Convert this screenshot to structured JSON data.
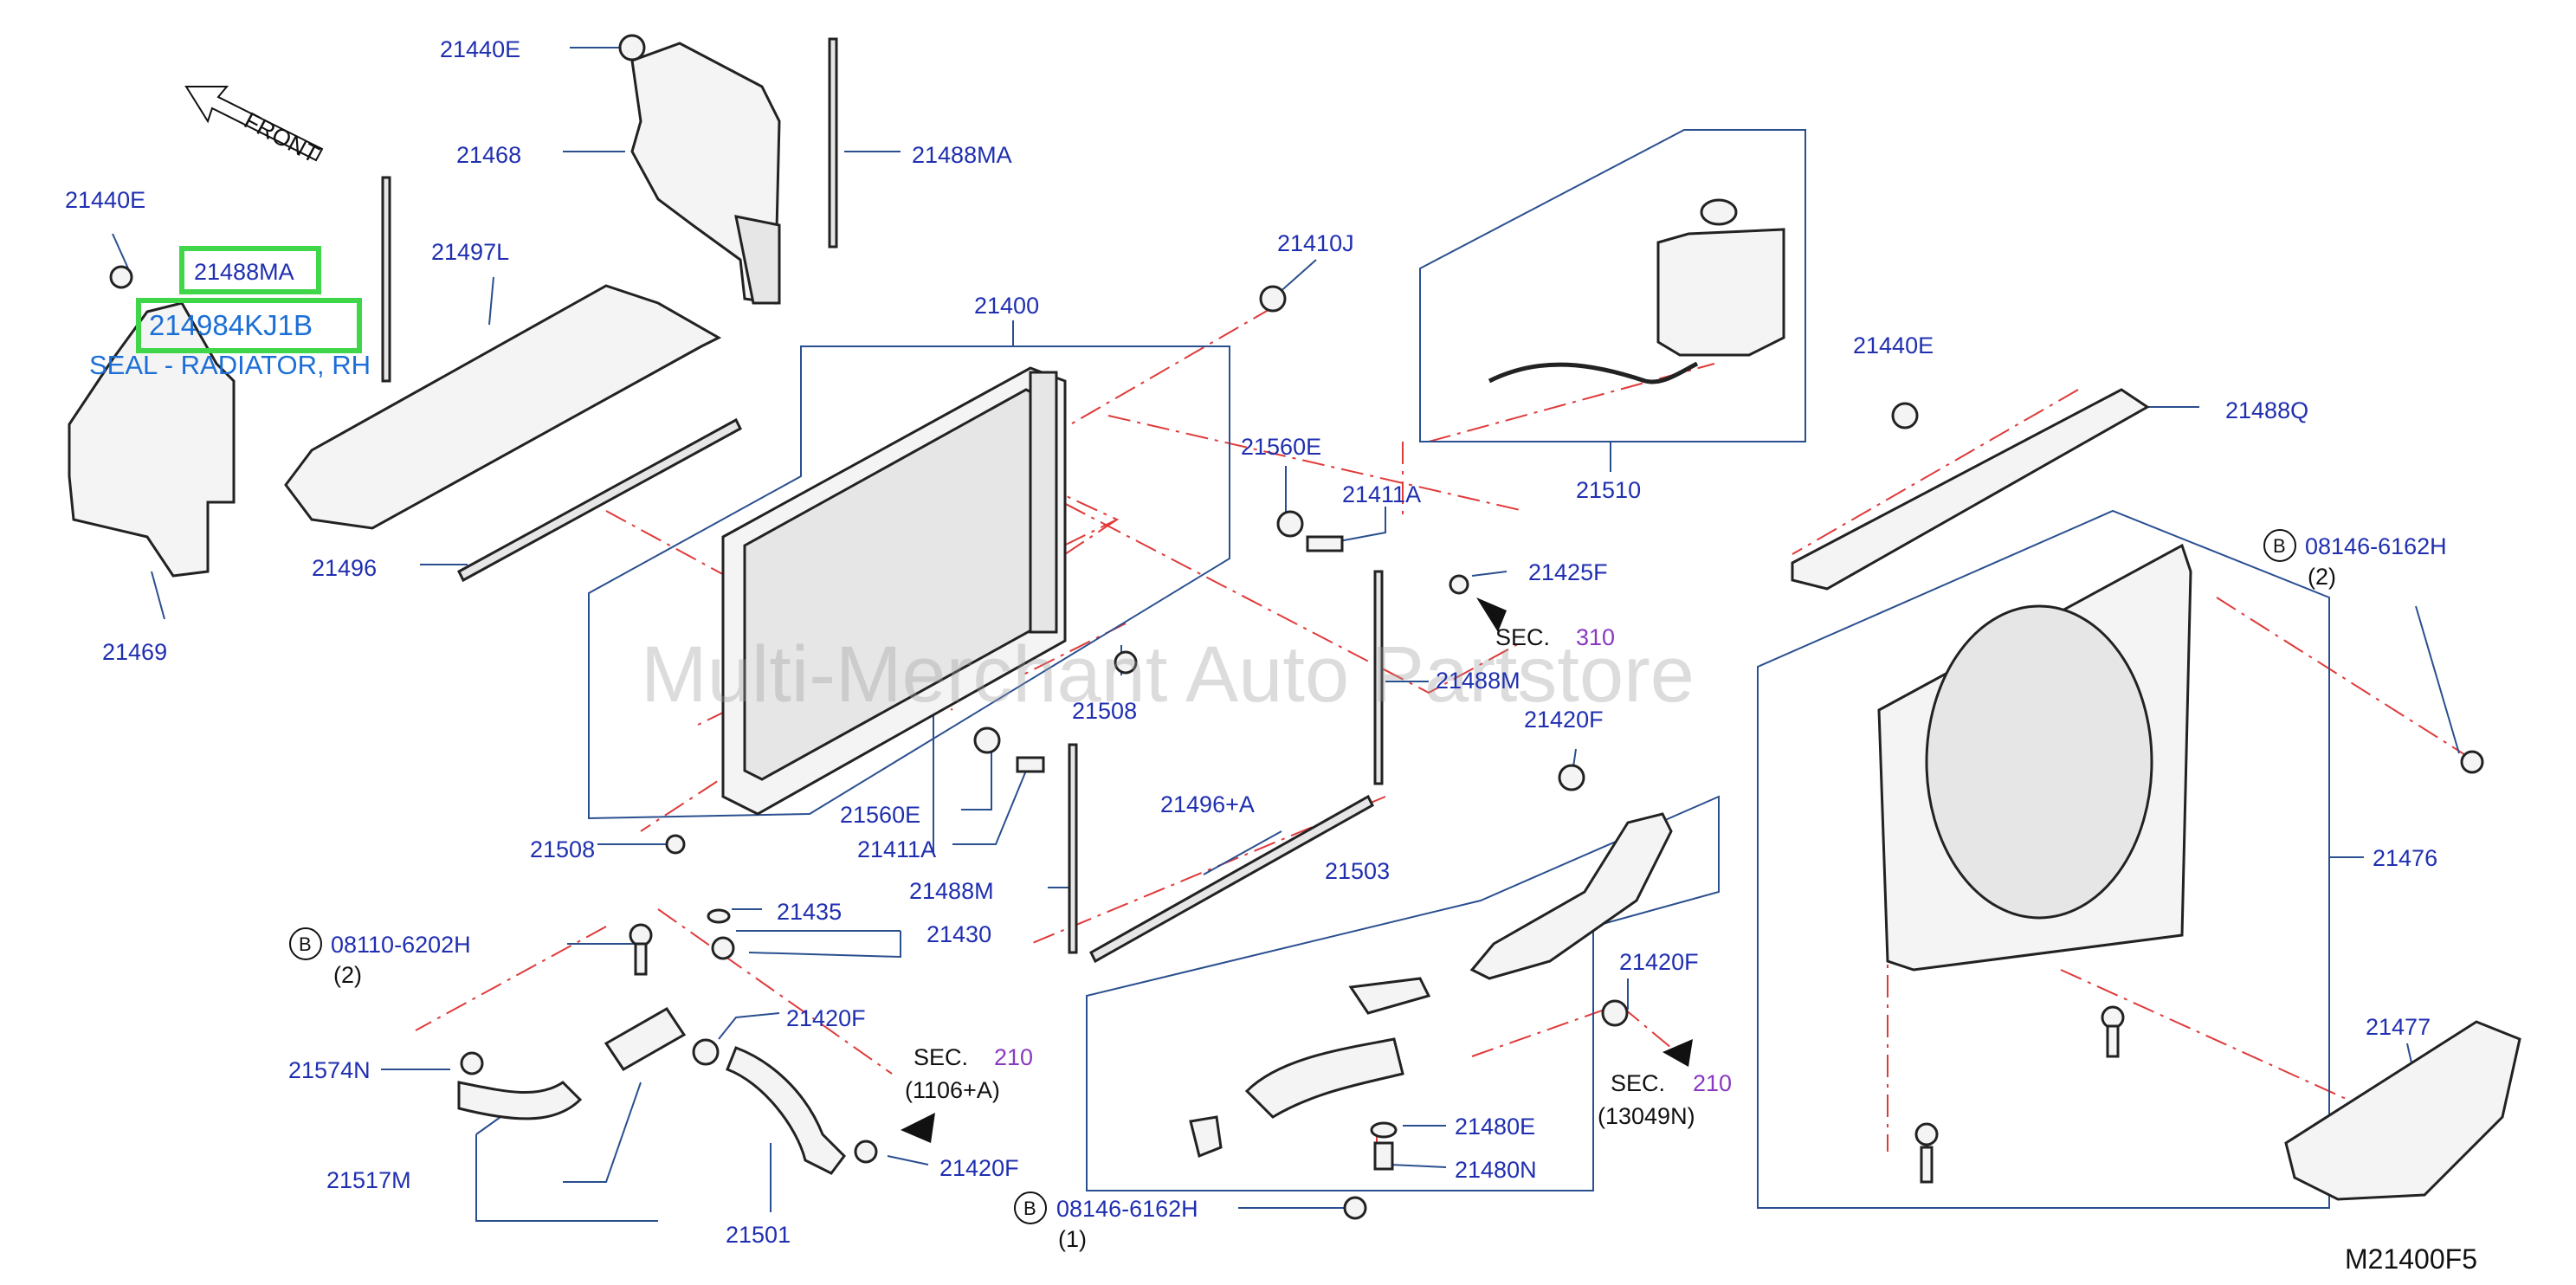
{
  "watermark": "Multi-Merchant Auto Partstore",
  "direction_label": "FRONT",
  "diagram_code": "M21400F5",
  "highlight": {
    "part_number": "214984KJ1B",
    "label": "21488MA",
    "description": "SEAL - RADIATOR, RH"
  },
  "callouts": {
    "c_21440E_a": "21440E",
    "c_21468": "21468",
    "c_21488MA_a": "21488MA",
    "c_21440E_b": "21440E",
    "c_21497L": "21497L",
    "c_21469": "21469",
    "c_21496": "21496",
    "c_21400": "21400",
    "c_21410J": "21410J",
    "c_21510": "21510",
    "c_21440E_c": "21440E",
    "c_21488Q": "21488Q",
    "c_21560E_a": "21560E",
    "c_21411A_a": "21411A",
    "c_21425F": "21425F",
    "c_08146_a": "08146-6162H",
    "c_08146_a_qty": "(2)",
    "c_21488M_a": "21488M",
    "c_21508_a": "21508",
    "c_21420F_a": "21420F",
    "c_21560E_b": "21560E",
    "c_21411A_b": "21411A",
    "c_21508_b": "21508",
    "c_21496A": "21496+A",
    "c_21503": "21503",
    "c_21476": "21476",
    "c_21488M_b": "21488M",
    "c_21435": "21435",
    "c_21430": "21430",
    "c_08110": "08110-6202H",
    "c_08110_qty": "(2)",
    "c_21420F_b": "21420F",
    "c_21574N": "21574N",
    "c_21420F_c": "21420F",
    "c_21477": "21477",
    "c_21517M": "21517M",
    "c_21420F_d": "21420F",
    "c_21480E": "21480E",
    "c_21480N": "21480N",
    "c_21501": "21501",
    "c_08146_b": "08146-6162H",
    "c_08146_b_qty": "(1)"
  },
  "b_marker": "B",
  "sections": {
    "s310": {
      "prefix": "SEC.",
      "num": "310"
    },
    "s210a": {
      "prefix": "SEC.",
      "num": "210",
      "ref": "(1106+A)"
    },
    "s210b": {
      "prefix": "SEC.",
      "num": "210",
      "ref": "(13049N)"
    }
  }
}
